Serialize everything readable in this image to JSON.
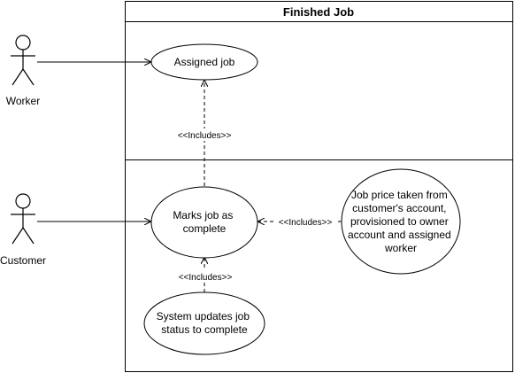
{
  "system": {
    "title": "Finished Job"
  },
  "actors": {
    "worker": {
      "label": "Worker"
    },
    "customer": {
      "label": "Customer"
    }
  },
  "use_cases": {
    "assigned_job": {
      "lines": [
        "Assigned job"
      ]
    },
    "marks_complete": {
      "lines": [
        "Marks job as",
        "complete"
      ]
    },
    "price_taken": {
      "lines": [
        "Job price taken from",
        "customer's account,",
        "provisioned to owner",
        "account and assigned",
        "worker"
      ]
    },
    "status_update": {
      "lines": [
        "System updates job",
        "status to complete"
      ]
    }
  },
  "relations": {
    "include_assigned": "<<Includes>>",
    "include_price": "<<Includes>>",
    "include_status": "<<Includes>>"
  }
}
